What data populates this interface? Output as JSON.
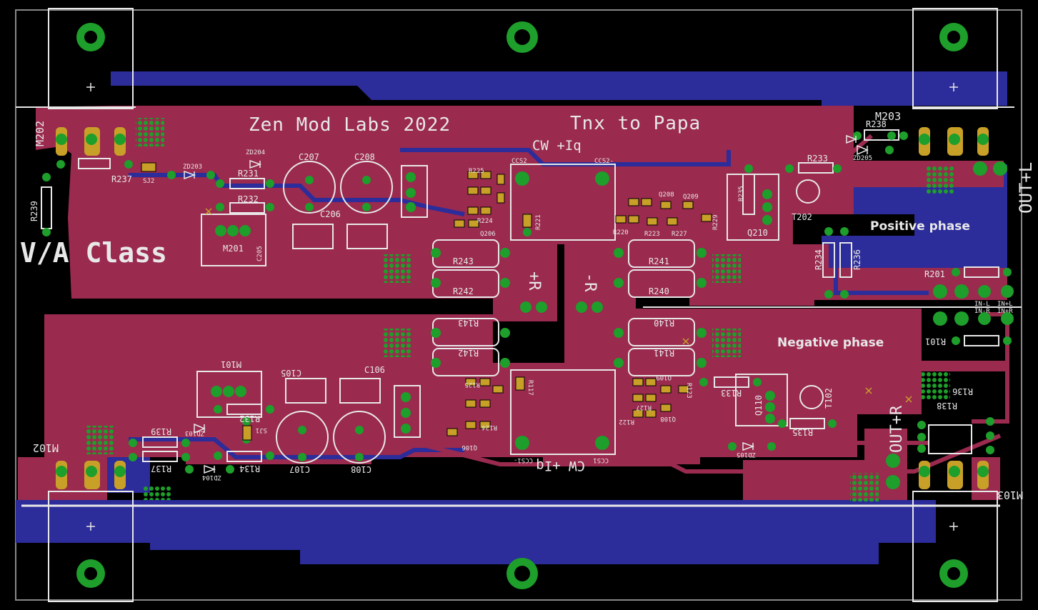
{
  "colors": {
    "background": "#000000",
    "top_copper": "#9a2a4e",
    "bottom_copper": "#2c2c9a",
    "pad": "#1e9e2a",
    "silkscreen": "#e8e8e8",
    "smd_pad": "#c8a028"
  },
  "board": {
    "title": "Zen Mod Labs 2022",
    "thanks": "Tnx to Papa",
    "class_label": "V/A Class",
    "positive_phase": "Positive phase",
    "negative_phase": "Negative phase",
    "ccw_top": "CW +Iq",
    "ccw_bottom": "CW +Iq"
  },
  "connectors": {
    "out_l": "OUT+L",
    "out_r": "OUT+R",
    "r_plus": "+R",
    "r_minus": "-R",
    "in_l": "IN+L",
    "in_r": "IN+R"
  },
  "modules": {
    "m202": "M202",
    "m203": "M203",
    "m102": "M102",
    "m103": "M103",
    "m201": "M201",
    "m101": "M101"
  },
  "labels": {
    "r239": "R239",
    "r237": "R237",
    "r231": "R231",
    "r232": "R232",
    "r233": "R233",
    "r235": "R235",
    "r238": "R238",
    "r234": "R234",
    "r236": "R236",
    "r240": "R240",
    "r241": "R241",
    "r242": "R242",
    "r243": "R243",
    "r140": "R140",
    "r141": "R141",
    "r142": "R142",
    "r143": "R143",
    "r201": "R201",
    "r101": "R101",
    "r133": "R133",
    "r134": "R134",
    "r137": "R137",
    "r139": "R139",
    "r138": "R138",
    "r136": "R136",
    "r132": "R132",
    "r135": "R135",
    "c205": "C205",
    "c206": "C206",
    "c207": "C207",
    "c208": "C208",
    "c105": "C105",
    "c106": "C106",
    "c107": "C107",
    "c108": "C108",
    "t202": "T202",
    "t102": "T102",
    "q210": "Q210",
    "q110": "Q110",
    "zd203": "ZD203",
    "zd204": "ZD204",
    "zd205": "ZD205",
    "zd103": "ZD103",
    "zd104": "ZD104",
    "zd105": "ZD105",
    "sj2": "SJ2",
    "sj1": "SJ1",
    "ccs2": "CCS2",
    "ccs1": "CCS1",
    "ccs2b": "CCS2-",
    "ccs1b": "CCS1-",
    "r220": "R220",
    "r223": "R223",
    "r224": "R224",
    "r225": "R225",
    "r227": "R227",
    "r229": "R229",
    "r221": "R221",
    "r122": "R122",
    "r123": "R123",
    "r124": "R124",
    "r125": "R125",
    "r127": "R127",
    "r117": "R117",
    "q208": "Q208",
    "q209": "Q209",
    "q206": "Q206",
    "q108": "Q108",
    "q109": "Q109",
    "q106": "Q106",
    "c208b": "C208",
    "in_minus_l": "IN-L",
    "in_minus_r": "IN-R"
  }
}
